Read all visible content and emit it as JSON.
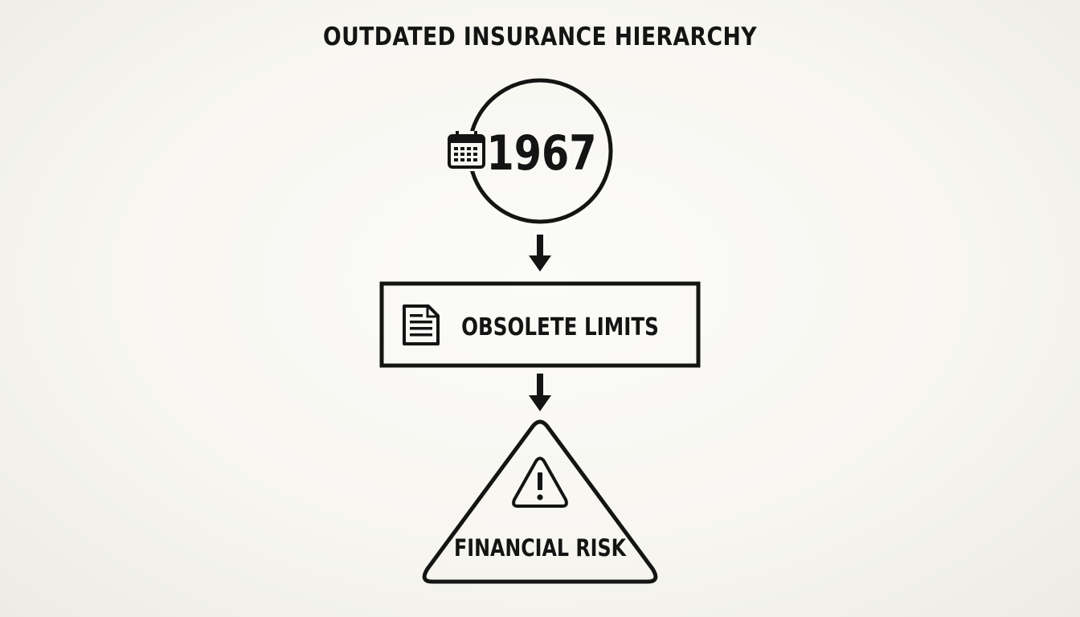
{
  "title": "OUTDATED INSURANCE HIERARCHY",
  "nodes": {
    "year": {
      "label": "1967",
      "icon": "calendar-icon"
    },
    "limits": {
      "label": "OBSOLETE LIMITS",
      "icon": "document-icon"
    },
    "risk": {
      "label": "FINANCIAL RISK",
      "icon": "warning-icon"
    }
  },
  "colors": {
    "ink": "#141414",
    "background": "#f7f6f1"
  }
}
